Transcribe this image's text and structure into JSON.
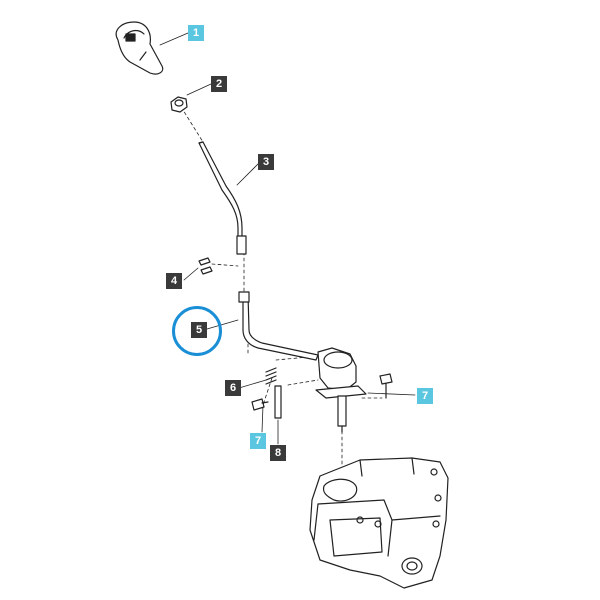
{
  "callouts": [
    {
      "id": "c1",
      "label": "1",
      "style": "cyan"
    },
    {
      "id": "c2",
      "label": "2",
      "style": "dark"
    },
    {
      "id": "c3",
      "label": "3",
      "style": "dark"
    },
    {
      "id": "c4",
      "label": "4",
      "style": "dark"
    },
    {
      "id": "c5",
      "label": "5",
      "style": "dark"
    },
    {
      "id": "c6",
      "label": "6",
      "style": "dark"
    },
    {
      "id": "c7a",
      "label": "7",
      "style": "cyan"
    },
    {
      "id": "c7b",
      "label": "7",
      "style": "cyan"
    },
    {
      "id": "c8",
      "label": "8",
      "style": "dark"
    }
  ],
  "highlighted_callout": "5",
  "colors": {
    "callout_dark": "#3a3a3a",
    "callout_cyan": "#5bc6e0",
    "highlight_ring": "#1a8fd6",
    "line_art": "#222222"
  },
  "parts": [
    {
      "label": "1",
      "icon": "gear-knob-icon"
    },
    {
      "label": "2",
      "icon": "nut-icon"
    },
    {
      "label": "3",
      "icon": "upper-lever-icon"
    },
    {
      "label": "4",
      "icon": "pins-icon"
    },
    {
      "label": "5",
      "icon": "lower-lever-icon"
    },
    {
      "label": "6",
      "icon": "spring-icon"
    },
    {
      "label": "7",
      "icon": "bolt-icon"
    },
    {
      "label": "8",
      "icon": "rod-icon"
    }
  ]
}
